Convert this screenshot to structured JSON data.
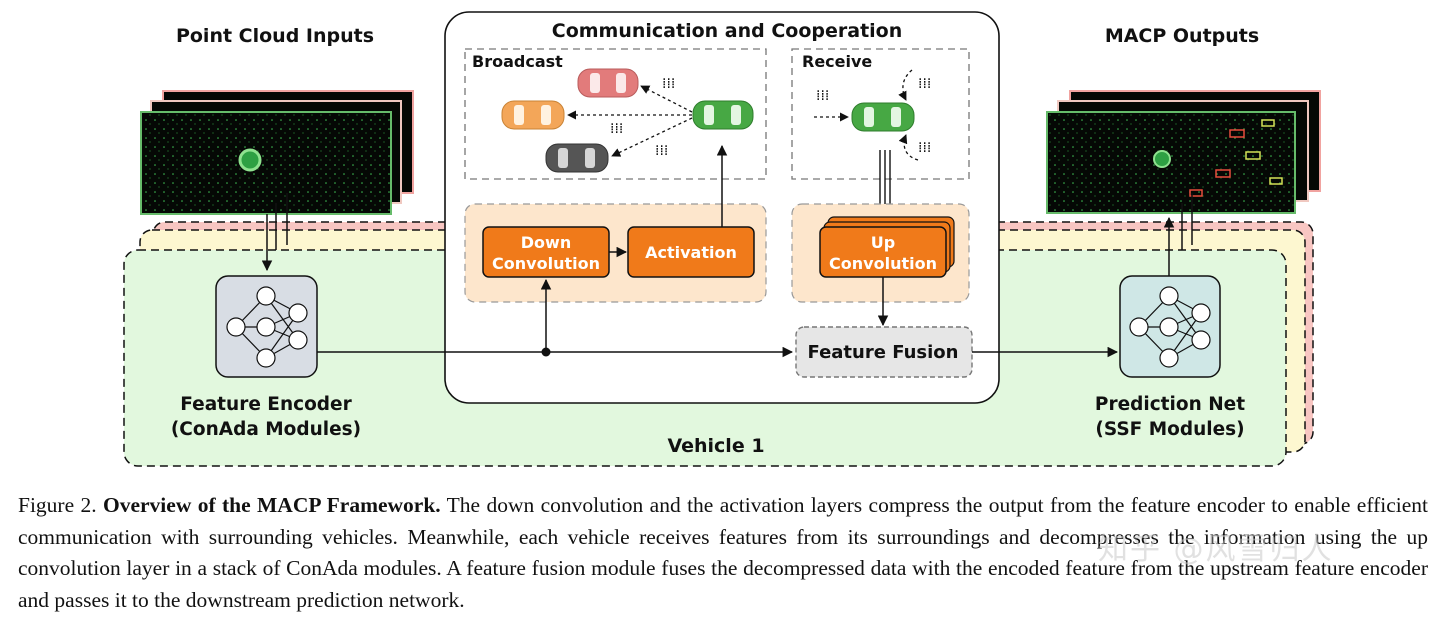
{
  "diagram": {
    "inputs_title": "Point Cloud Inputs",
    "outputs_title": "MACP Outputs",
    "comm_title": "Communication and Cooperation",
    "broadcast_label": "Broadcast",
    "receive_label": "Receive",
    "down_conv_line1": "Down",
    "down_conv_line2": "Convolution",
    "activation_label": "Activation",
    "up_conv_line1": "Up",
    "up_conv_line2": "Convolution",
    "feature_fusion_label": "Feature Fusion",
    "encoder_line1": "Feature Encoder",
    "encoder_line2": "(ConAda Modules)",
    "prediction_line1": "Prediction Net",
    "prediction_line2": "(SSF Modules)",
    "vehicle_label": "Vehicle 1",
    "colors": {
      "orange": "#f07a1a",
      "orange_panel": "#fde6cc",
      "vehicle_green": "#e2f8de",
      "layer_yellow": "#fdf7d0",
      "layer_pink": "#f8c6c2",
      "encoder_box": "#d8dde4",
      "prediction_box": "#cfe7e6",
      "car_red": "#e27b7b",
      "car_orange": "#f3a659",
      "car_green": "#47a844",
      "car_gray": "#555555"
    }
  },
  "caption": {
    "figure_label": "Figure 2.",
    "title": "Overview of the MACP Framework.",
    "body": "The down convolution and the activation layers compress the output from the feature encoder to enable efficient communication with surrounding vehicles. Meanwhile, each vehicle receives features from its surroundings and decompresses the information using the up convolution layer in a stack of ConAda modules. A feature fusion module fuses the decompressed data with the encoded feature from the upstream feature encoder and passes it to the downstream prediction network."
  },
  "watermark": "知乎 @风雪归人"
}
